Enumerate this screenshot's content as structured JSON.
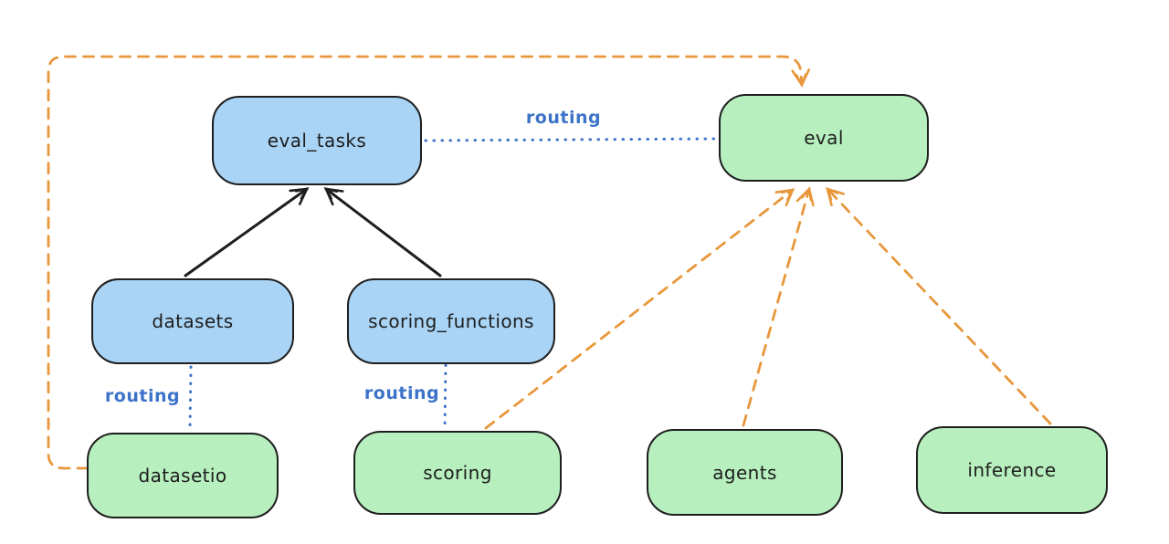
{
  "nodes": {
    "eval_tasks": {
      "label": "eval_tasks"
    },
    "eval": {
      "label": "eval"
    },
    "datasets": {
      "label": "datasets"
    },
    "scoring_functions": {
      "label": "scoring_functions"
    },
    "datasetio": {
      "label": "datasetio"
    },
    "scoring": {
      "label": "scoring"
    },
    "agents": {
      "label": "agents"
    },
    "inference": {
      "label": "inference"
    }
  },
  "edge_labels": {
    "eval_tasks_eval": "routing",
    "datasets_datasetio": "routing",
    "scoring_functions_scoring": "routing"
  },
  "colors": {
    "api_node_fill": "#a9d4f5",
    "provider_node_fill": "#b7efbe",
    "node_stroke": "#1e1e1e",
    "routing_blue": "#3c73c8",
    "dependency_orange": "#e8973c",
    "background": "#ffffff"
  }
}
